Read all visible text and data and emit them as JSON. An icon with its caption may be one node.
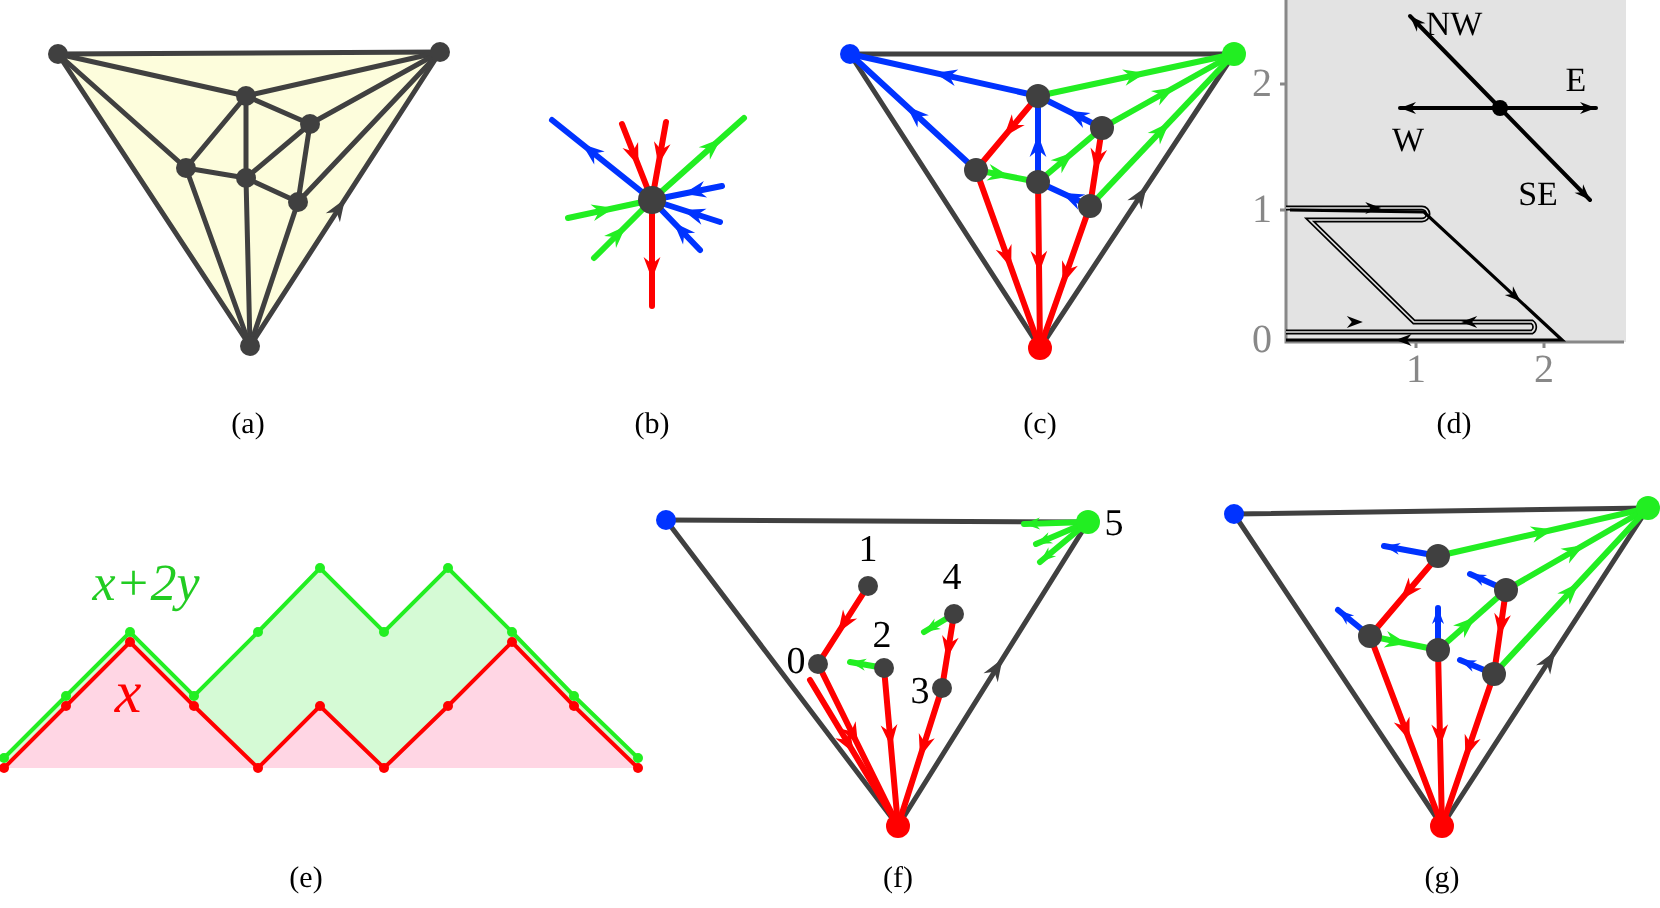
{
  "diagram": {
    "labels": [
      "2",
      "NW",
      "E",
      "W",
      "SE",
      "1",
      "0",
      "1",
      "2",
      "(a)",
      "(b)",
      "(c)",
      "(d)",
      "x+2y",
      "x",
      "1",
      "5",
      "4",
      "2",
      "0",
      "3",
      "(e)",
      "(f)",
      "(g)"
    ]
  }
}
